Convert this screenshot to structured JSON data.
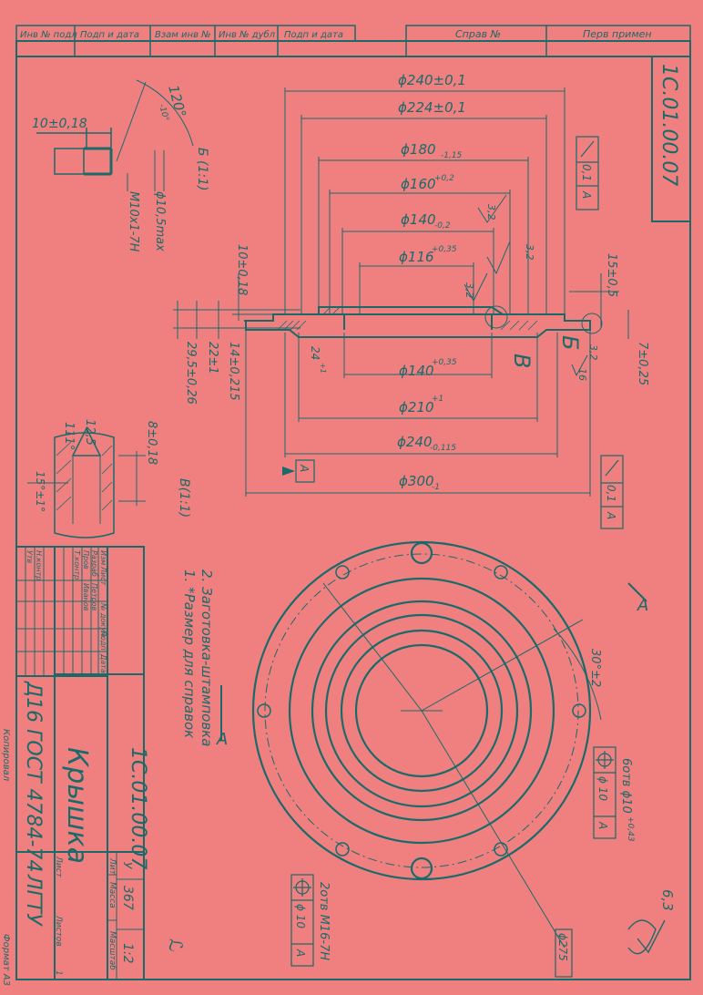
{
  "colors": {
    "paper": "#f08080",
    "ink": "#1a6a6a"
  },
  "header": {
    "left_cells": [
      "Инв № подл",
      "Подп и дата",
      "Взам инв №",
      "Инв № дубл",
      "Подп и дата"
    ],
    "right_cells": [
      "Справ №",
      "Перв примен"
    ]
  },
  "doc_code": "1С.01.00.07",
  "dimensions": {
    "d240": "ϕ240±0,1",
    "d224": "ϕ224±0,1",
    "d180": "ϕ180",
    "d180_tol": "-1,15",
    "d160": "ϕ160",
    "d160_tol": "+0,2",
    "d140top": "ϕ140",
    "d140top_tol": "-0,2",
    "d116": "ϕ116",
    "d116_tol": "+0,35",
    "d140bot": "ϕ140",
    "d140bot_tol": "+0,35",
    "d210": "ϕ210",
    "d210_tol": "+1",
    "d240bot": "ϕ240",
    "d240bot_tol": "-0,115",
    "d300": "ϕ300",
    "d300_tol": "-1",
    "h10a": "10±0,18",
    "h10b": "10±0,18",
    "h14": "14±0,215",
    "h22": "22±1",
    "h295": "29,5±0,26",
    "h15": "15±0,5",
    "h7": "7±0,25",
    "h24": "24",
    "h24_tol": "+1",
    "rough32a": "3,2",
    "rough32b": "3,2",
    "rough32c": "3,2",
    "rough32d": "3,2",
    "rough16": "16",
    "ang120": "120°",
    "ang120_tol": "-10°",
    "m10": "M10x1-7H",
    "d10max": "ϕ10,5max",
    "b11": "Б (1:1)",
    "v11": "В(1:1)",
    "d8": "8±0,18",
    "r125": "12,5",
    "a111": "111°",
    "a15": "15°±1°",
    "tol01a": "0,1",
    "tolAa": "A",
    "tol01b": "0,1",
    "tolAb": "A",
    "baseA": "A",
    "sectB": "В",
    "sectBig": "Б",
    "ang30": "30°±2",
    "holes6": "6отв ϕ10",
    "holes6_tol": "+0,43",
    "pos1_d": "ϕ 10",
    "pos1_a": "A",
    "holes2": "2отв М16-7Н",
    "pos2_d": "ϕ 10",
    "pos2_a": "A",
    "d275": "ϕ275",
    "rough63": "6,3",
    "cutA_top": "A",
    "cutA_bot": "A",
    "sign_mark": "ℒ"
  },
  "notes": [
    "1. *Размер для справок",
    "2. Заготовка-штамповка"
  ],
  "title_block": {
    "code": "1С.01.00.07",
    "name": "Крышка",
    "material": "Д16 ГОСТ 4784-74",
    "org": "ЛГТУ",
    "col_lit": "Лит",
    "col_mass": "Масса",
    "col_scale": "Масштаб",
    "lit_val": "У",
    "mass_val": "367",
    "scale_val": "1:2",
    "sheet_lbl": "Лист",
    "sheets_lbl": "Листов",
    "sheets_val": "1",
    "row_izm": "Изм",
    "row_list": "Лист",
    "row_doc": "№ докум.",
    "row_podp": "Подп",
    "row_data": "Дата",
    "razrab": "Разраб",
    "razrab_name": "Петров",
    "prov": "Пров",
    "prov_name": "Иванов",
    "tkontr": "Т.контр",
    "nkontr": "Н.контр",
    "utv": "Утв"
  },
  "footer": {
    "copied": "Копировал",
    "format": "Формат   А3"
  }
}
